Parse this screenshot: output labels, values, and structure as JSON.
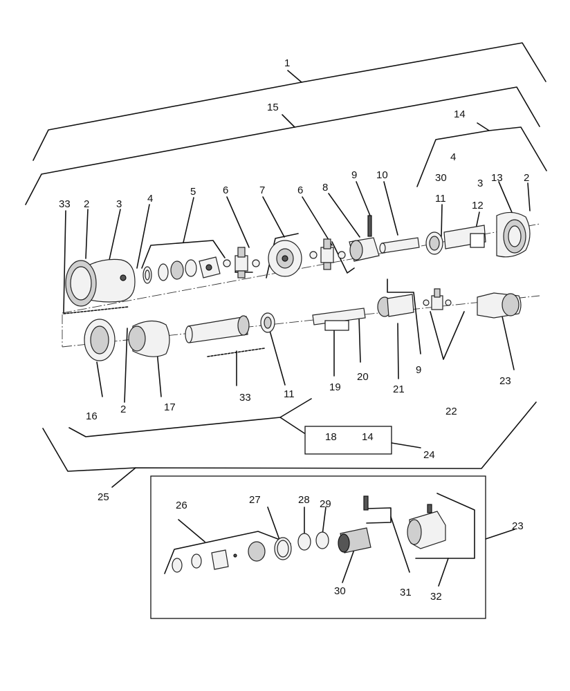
{
  "callouts": [
    {
      "id": "c1",
      "text": "1"
    },
    {
      "id": "c15",
      "text": "15"
    },
    {
      "id": "c14a",
      "text": "14"
    },
    {
      "id": "c4a",
      "text": "4"
    },
    {
      "id": "c30a",
      "text": "30"
    },
    {
      "id": "c13",
      "text": "13"
    },
    {
      "id": "c2a",
      "text": "2"
    },
    {
      "id": "c3a",
      "text": "3"
    },
    {
      "id": "c11a",
      "text": "11"
    },
    {
      "id": "c12",
      "text": "12"
    },
    {
      "id": "c10",
      "text": "10"
    },
    {
      "id": "c9a",
      "text": "9"
    },
    {
      "id": "c8",
      "text": "8"
    },
    {
      "id": "c6a",
      "text": "6"
    },
    {
      "id": "c7",
      "text": "7"
    },
    {
      "id": "c6b",
      "text": "6"
    },
    {
      "id": "c5",
      "text": "5"
    },
    {
      "id": "c4b",
      "text": "4"
    },
    {
      "id": "c3b",
      "text": "3"
    },
    {
      "id": "c2b",
      "text": "2"
    },
    {
      "id": "c33a",
      "text": "33"
    },
    {
      "id": "c16",
      "text": "16"
    },
    {
      "id": "c2c",
      "text": "2"
    },
    {
      "id": "c17",
      "text": "17"
    },
    {
      "id": "c33b",
      "text": "33"
    },
    {
      "id": "c11b",
      "text": "11"
    },
    {
      "id": "c19",
      "text": "19"
    },
    {
      "id": "c20",
      "text": "20"
    },
    {
      "id": "c21",
      "text": "21"
    },
    {
      "id": "c9b",
      "text": "9"
    },
    {
      "id": "c22",
      "text": "22"
    },
    {
      "id": "c23a",
      "text": "23"
    },
    {
      "id": "c18",
      "text": "18"
    },
    {
      "id": "c14b",
      "text": "14"
    },
    {
      "id": "c24",
      "text": "24"
    },
    {
      "id": "c25",
      "text": "25"
    },
    {
      "id": "c26",
      "text": "26"
    },
    {
      "id": "c27",
      "text": "27"
    },
    {
      "id": "c28",
      "text": "28"
    },
    {
      "id": "c29",
      "text": "29"
    },
    {
      "id": "c30b",
      "text": "30"
    },
    {
      "id": "c31",
      "text": "31"
    },
    {
      "id": "c32",
      "text": "32"
    },
    {
      "id": "c23b",
      "text": "23"
    }
  ]
}
